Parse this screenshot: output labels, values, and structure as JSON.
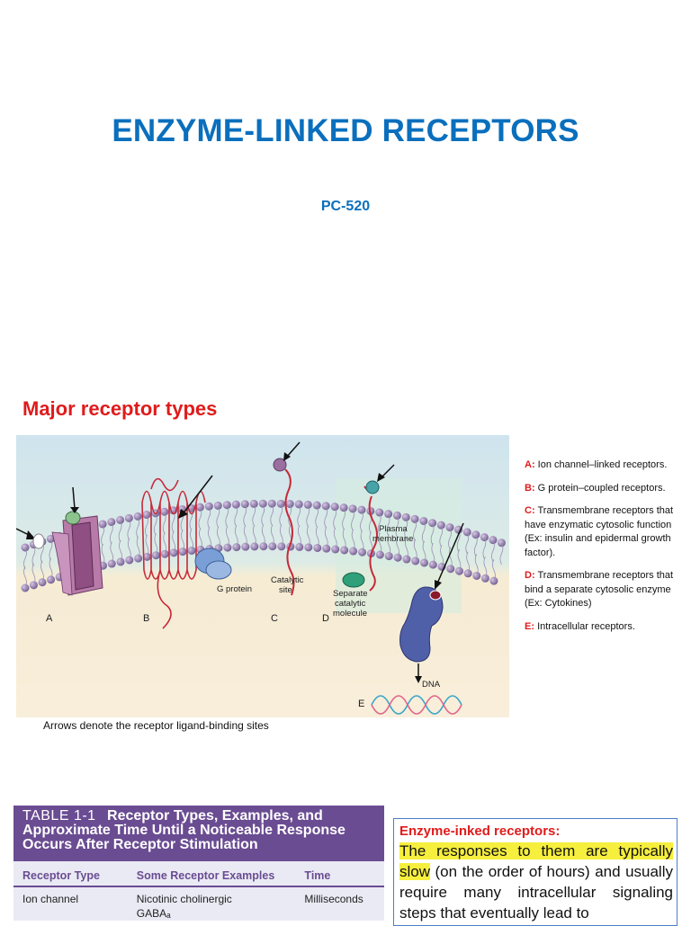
{
  "header": {
    "title": "ENZYME-LINKED RECEPTORS",
    "subtitle": "PC-520"
  },
  "section_title": "Major receptor types",
  "figure": {
    "labels": {
      "a": "A",
      "b": "B",
      "c": "C",
      "d": "D",
      "e": "E",
      "g_protein": "G protein",
      "catalytic_1": "Catalytic",
      "catalytic_2": "site",
      "plasma_1": "Plasma",
      "plasma_2": "membrane",
      "separate_1": "Separate",
      "separate_2": "catalytic",
      "separate_3": "molecule",
      "dna": "DNA"
    },
    "caption": "Arrows denote the receptor ligand-binding sites"
  },
  "legend": [
    {
      "letter": "A:",
      "text": "Ion channel–linked receptors."
    },
    {
      "letter": "B:",
      "text": "G protein–coupled receptors."
    },
    {
      "letter": "C:",
      "text": "Transmembrane receptors that have enzymatic cytosolic function (Ex: insulin and epidermal growth factor)."
    },
    {
      "letter": "D:",
      "text": "Transmembrane receptors that bind a separate cytosolic enzyme (Ex: Cytokines)"
    },
    {
      "letter": "E:",
      "text": "Intracellular receptors."
    }
  ],
  "table": {
    "number": "TABLE 1-1",
    "title": "Receptor Types, Examples, and Approximate Time Until a Noticeable Response Occurs After Receptor Stimulation",
    "columns": [
      "Receptor Type",
      "Some Receptor Examples",
      "Time"
    ],
    "rows": [
      {
        "type": "Ion channel",
        "examples": "Nicotinic cholinergic",
        "time": "Milliseconds"
      },
      {
        "type": "",
        "examples": "GABAₐ",
        "time": ""
      }
    ]
  },
  "note": {
    "title": "Enzyme-inked receptors:",
    "highlight": "The responses to them are typically slow",
    "rest": " (on the order of hours) and usually require many intracellular signaling steps that eventually lead to"
  },
  "colors": {
    "title_blue": "#0a6fbd",
    "accent_red": "#e01b1b",
    "table_purple": "#6a4c92",
    "highlight_yellow": "#f6ef3d"
  }
}
